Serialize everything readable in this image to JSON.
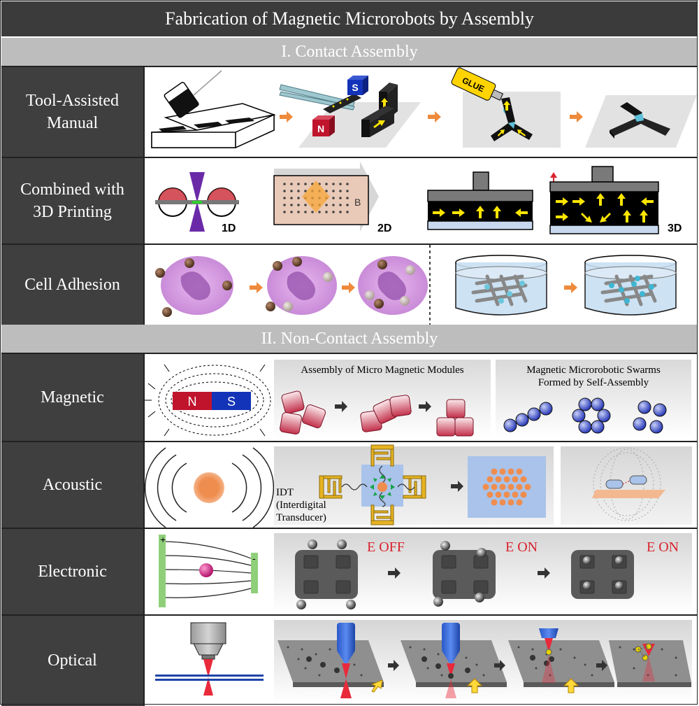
{
  "title": "Fabrication of Magnetic Microrobots by Assembly",
  "sections": {
    "contact": "I. Contact Assembly",
    "noncontact": "II. Non-Contact Assembly"
  },
  "rows": {
    "tool": "Tool-Assisted\nManual",
    "printing": "Combined with\n3D Printing",
    "cell": "Cell Adhesion",
    "magnetic": "Magnetic",
    "acoustic": "Acoustic",
    "electronic": "Electronic",
    "optical": "Optical"
  },
  "labels": {
    "glue": "GLUE",
    "s": "S",
    "n": "N",
    "one_d": "1D",
    "two_d": "2D",
    "three_d": "3D",
    "b": "B",
    "magnet_n": "N",
    "magnet_s": "S",
    "modules_title": "Assembly of Micro Magnetic Modules",
    "swarms_title_1": "Magnetic Microrobotic Swarms",
    "swarms_title_2": "Formed by Self-Assembly",
    "idt_1": "IDT",
    "idt_2": "(Interdigital",
    "idt_3": "Transducer)",
    "e_off": "E OFF",
    "e_on_1": "E ON",
    "e_on_2": "E ON",
    "plus": "+",
    "minus": "-"
  },
  "colors": {
    "dark": "#3f3f3f",
    "section": "#bdbdbd",
    "arrow": "#ef8a3c",
    "magnet_red": "#c0142c",
    "magnet_blue": "#1333b8",
    "yellow": "#ffe600",
    "red_label": "#d9232e"
  }
}
